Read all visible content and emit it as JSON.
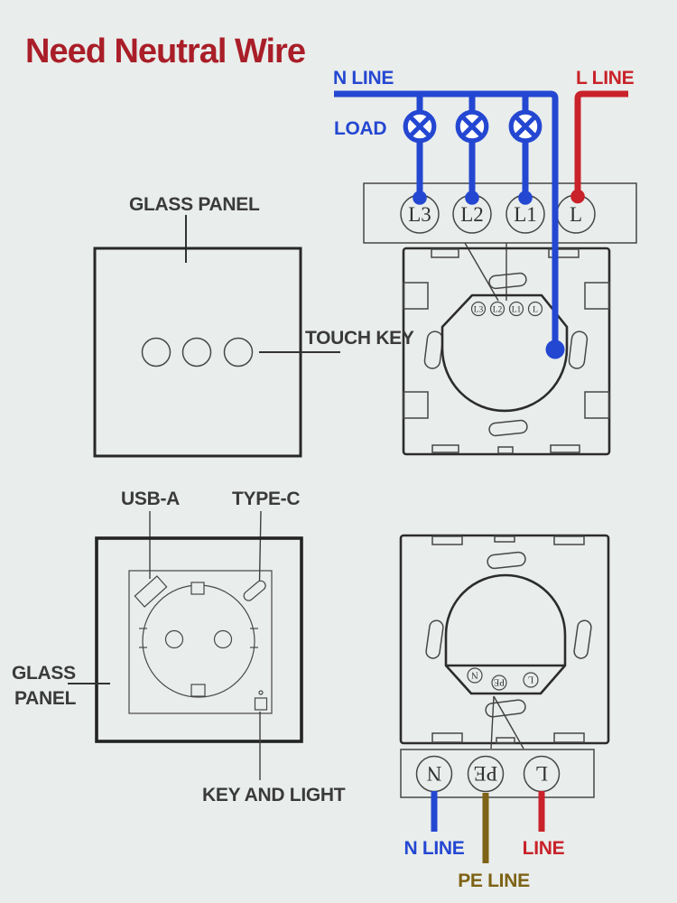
{
  "title": "Need Neutral Wire",
  "colors": {
    "bg": "#e9edeb",
    "ink": "#3a3a3a",
    "line": "#474747",
    "dark": "#2c2c2c",
    "blue": "#2447d2",
    "red": "#c9222a",
    "olive": "#7e6215",
    "titleRed": "#a91e28"
  },
  "top_circuit": {
    "n_line": "N LINE",
    "load": "LOAD",
    "l_line": "L LINE",
    "terminal_block": {
      "terminals": [
        "L3",
        "L2",
        "L1",
        "L"
      ]
    }
  },
  "switch_back": {
    "terminals": [
      "L3",
      "L2",
      "L1",
      "L"
    ]
  },
  "switch_front": {
    "glass_panel": "GLASS PANEL",
    "touch_key": "TOUCH KEY",
    "touch_keys_count": 3
  },
  "socket_front": {
    "usb_a": "USB-A",
    "type_c": "TYPE-C",
    "glass_line1": "GLASS",
    "glass_line2": "PANEL",
    "key_and_light": "KEY AND LIGHT"
  },
  "socket_back": {
    "terminals": [
      "N",
      "PE",
      "L"
    ]
  },
  "bottom_block": {
    "terminals": [
      "N",
      "PE",
      "L"
    ],
    "n_line": "N LINE",
    "pe_line": "PE LINE",
    "line": "LINE"
  }
}
